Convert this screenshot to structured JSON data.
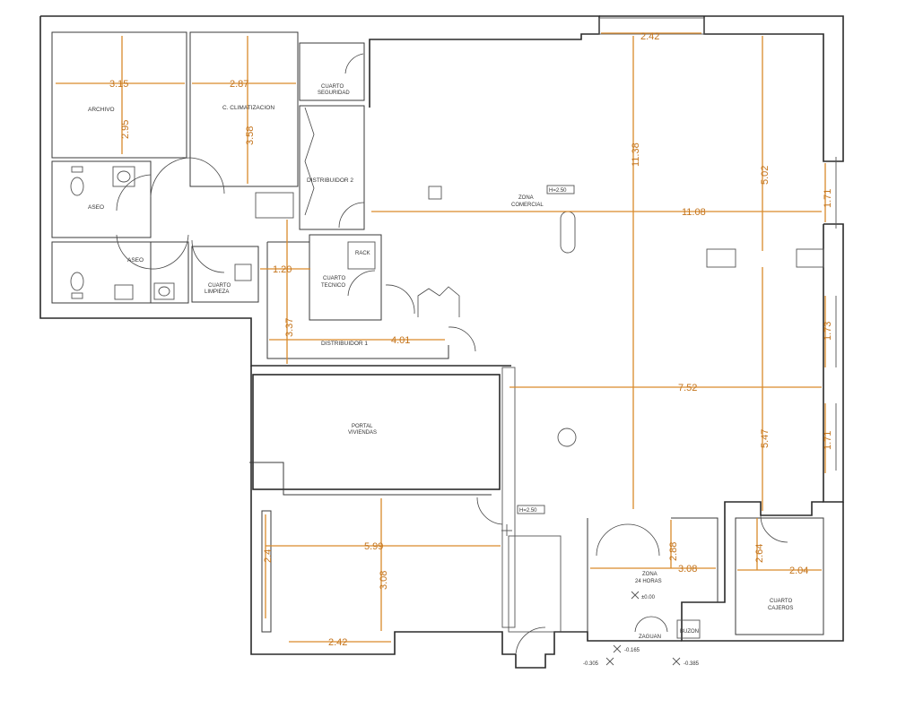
{
  "rooms": {
    "archivo": "ARCHIVO",
    "climatizacion": "C. CLIMATIZACION",
    "seguridad_1": "CUARTO",
    "seguridad_2": "SEGURIDAD",
    "distribuidor2": "DISTRIBUIDOR 2",
    "zona_comercial_1": "ZONA",
    "zona_comercial_2": "COMERCIAL",
    "aseo_1": "ASEO",
    "aseo_2": "ASEO",
    "limpieza_1": "CUARTO",
    "limpieza_2": "LIMPIEZA",
    "tecnico_1": "CUARTO",
    "tecnico_2": "TECNICO",
    "rack": "RACK",
    "distribuidor1": "DISTRIBUIDOR 1",
    "portal_1": "PORTAL",
    "portal_2": "VIVIENDAS",
    "zona24_1": "ZONA",
    "zona24_2": "24 HORAS",
    "zaguan": "ZAGUAN",
    "buzon": "BUZON",
    "cajeros_1": "CUARTO",
    "cajeros_2": "CAJEROS"
  },
  "height_tags": {
    "comercial": "H=2.50",
    "portal": "H=2.50"
  },
  "levels": {
    "l1": "±0.00",
    "l2": "-0.165",
    "l3": "-0.305",
    "l4": "-0.385"
  },
  "dimensions": {
    "d315": "3.15",
    "d287": "2.87",
    "d295": "2.95",
    "d358": "3.58",
    "d242_top": "2.42",
    "d1138": "11.38",
    "d502": "5.02",
    "d171_a": "1.71",
    "d1108": "11.08",
    "d120": "1.20",
    "d337": "3.37",
    "d401": "4.01",
    "d173": "1.73",
    "d752": "7.52",
    "d547": "5.47",
    "d171_b": "1.71",
    "d599": "5.99",
    "d24": "2.4",
    "d308_v": "3.08",
    "d242_bot": "2.42",
    "d288": "2.88",
    "d308_h": "3.08",
    "d264": "2.64",
    "d204": "2.04"
  }
}
